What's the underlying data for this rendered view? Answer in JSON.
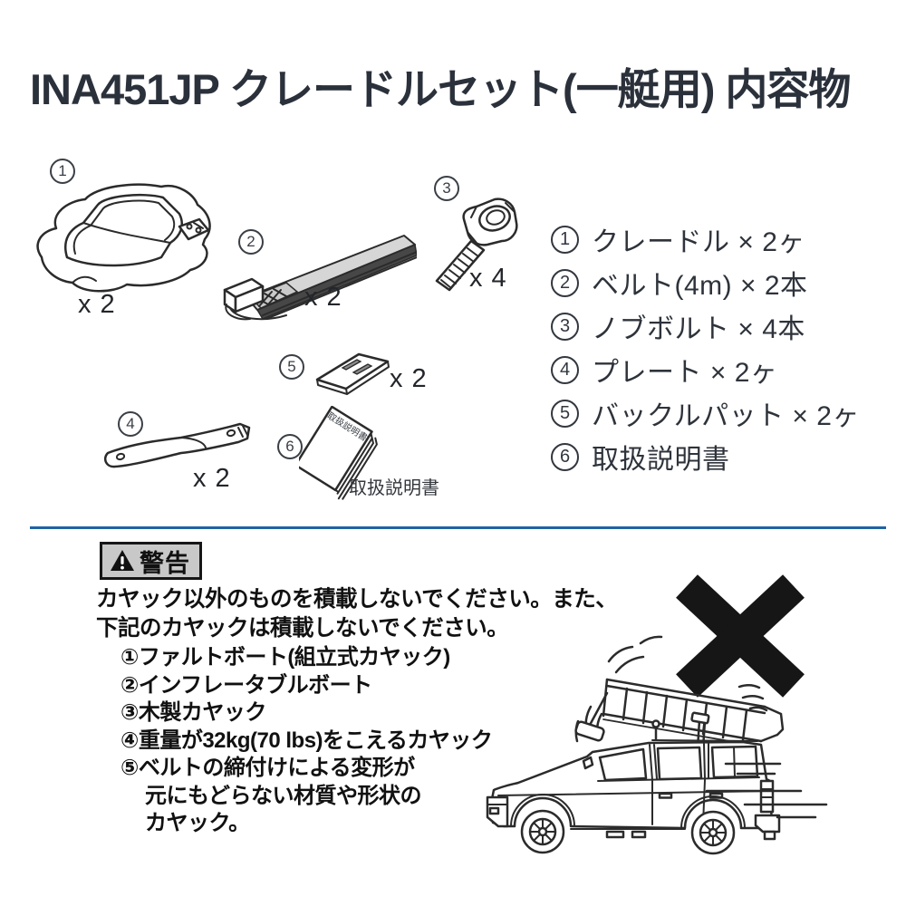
{
  "title": "INA451JP クレードルセット(一艇用) 内容物",
  "parts_diagram": {
    "items": [
      {
        "num": "1",
        "name": "cradle",
        "qty": "x 2"
      },
      {
        "num": "2",
        "name": "belt",
        "qty": "x 2"
      },
      {
        "num": "3",
        "name": "knob-bolt",
        "qty": "x 4"
      },
      {
        "num": "4",
        "name": "plate",
        "qty": "x 2"
      },
      {
        "num": "5",
        "name": "buckle-pad",
        "qty": "x 2"
      },
      {
        "num": "6",
        "name": "manual",
        "qty": "",
        "caption": "取扱説明書",
        "cover_text": "取扱説明書"
      }
    ]
  },
  "parts_list": {
    "items": [
      {
        "num": "1",
        "text": "クレードル × 2ヶ"
      },
      {
        "num": "2",
        "text": "ベルト(4m) × 2本"
      },
      {
        "num": "3",
        "text": "ノブボルト × 4本"
      },
      {
        "num": "4",
        "text": "プレート × 2ヶ"
      },
      {
        "num": "5",
        "text": "バックルパット × 2ヶ"
      },
      {
        "num": "6",
        "text": "取扱説明書"
      }
    ]
  },
  "warning": {
    "badge_label": "警告",
    "intro_lines": [
      "カヤック以外のものを積載しないでください。また、",
      "下記のカヤックは積載しないでください。"
    ],
    "list_lines": [
      "①ファルトボート(組立式カヤック)",
      "②インフレータブルボート",
      "③木製カヤック",
      "④重量が32kg(70 lbs)をこえるカヤック",
      "⑤ベルトの締付けによる変形が",
      "元にもどらない材質や形状の",
      "カヤック。"
    ]
  },
  "colors": {
    "divider_blue": "#2063a5",
    "title_text": "#2b313b",
    "body_text": "#2e333b",
    "warning_text": "#111111",
    "warning_badge_bg": "#c8c8c8",
    "line_art": "#2b2b2b",
    "strap_gray": "#d6d6d6"
  }
}
